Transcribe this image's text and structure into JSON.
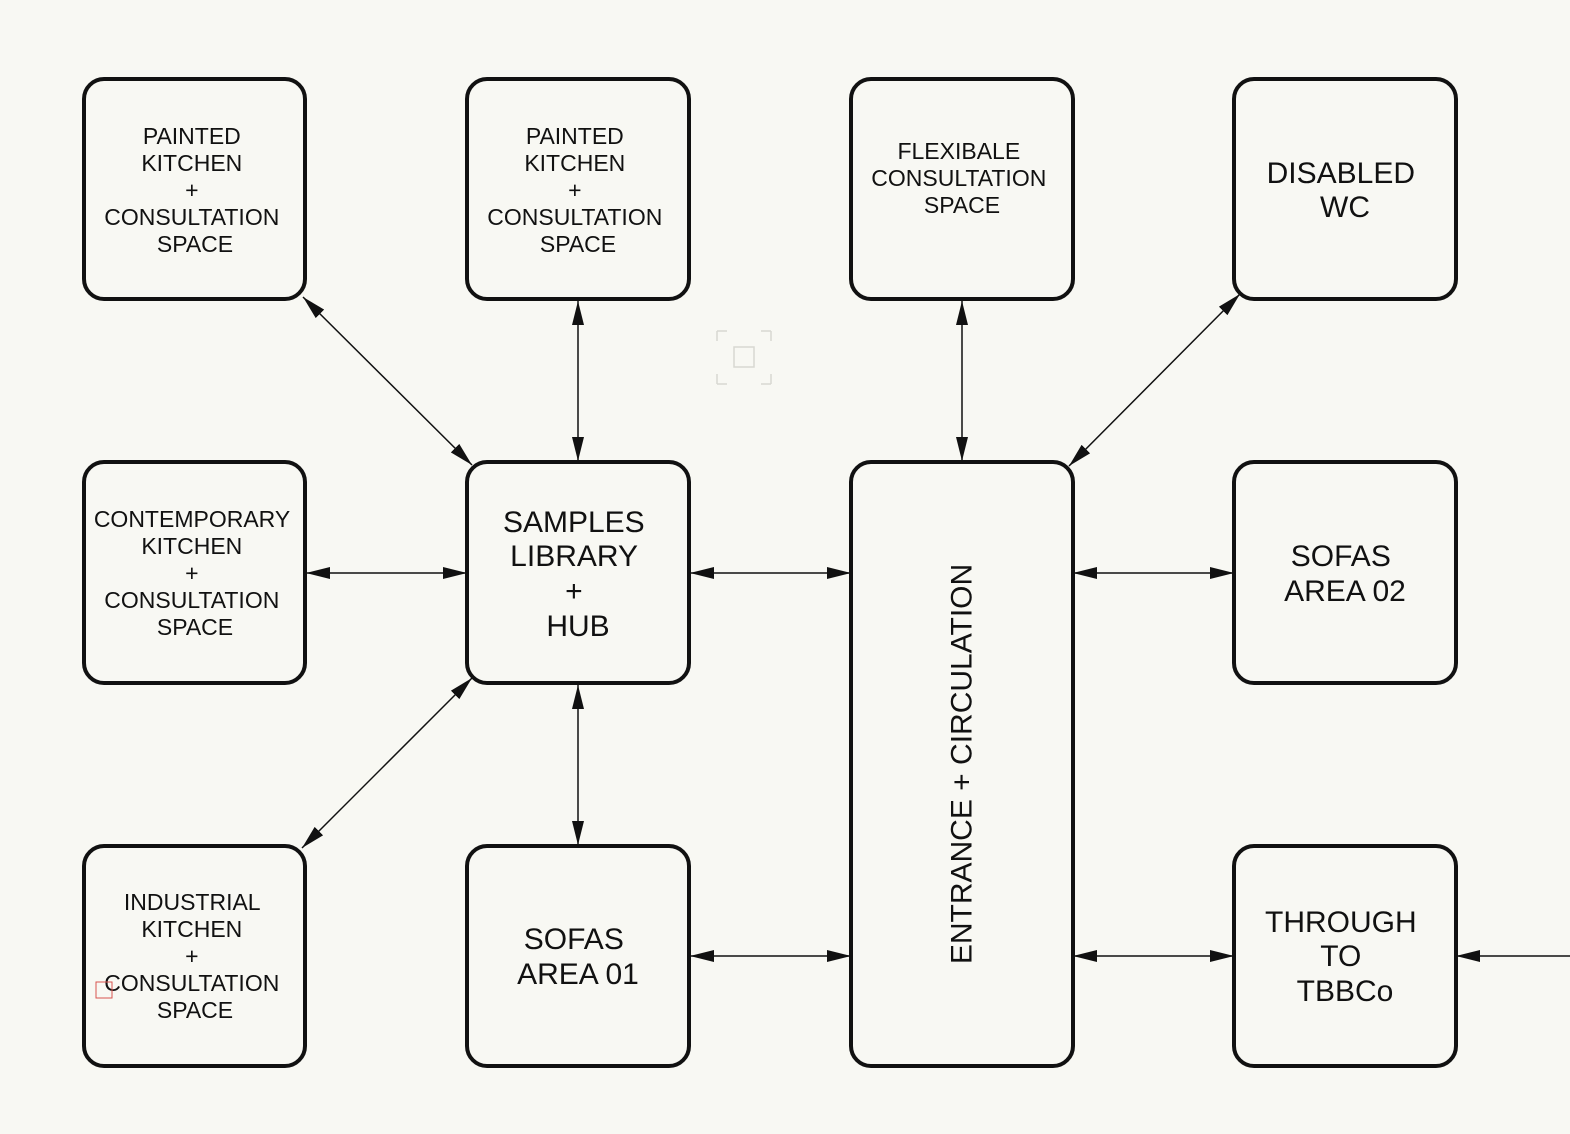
{
  "nodes": [
    {
      "id": "painted-kitchen-1",
      "lines": [
        "PAINTED",
        "KITCHEN",
        "+",
        "CONSULTATION",
        "SPACE"
      ]
    },
    {
      "id": "painted-kitchen-2",
      "lines": [
        "PAINTED",
        "KITCHEN",
        "+",
        "CONSULTATION",
        "SPACE"
      ]
    },
    {
      "id": "flexibale-consultation",
      "lines": [
        "FLEXIBALE",
        "CONSULTATION",
        "SPACE"
      ]
    },
    {
      "id": "disabled-wc",
      "lines": [
        "DISABLED",
        "WC"
      ]
    },
    {
      "id": "contemporary-kitchen",
      "lines": [
        "CONTEMPORARY",
        "KITCHEN",
        "+",
        "CONSULTATION",
        "SPACE"
      ]
    },
    {
      "id": "samples-library-hub",
      "lines": [
        "SAMPLES",
        "LIBRARY",
        "+",
        "HUB"
      ]
    },
    {
      "id": "entrance-circulation",
      "lines": [
        "ENTRANCE + CIRCULATION"
      ]
    },
    {
      "id": "sofas-area-02",
      "lines": [
        "SOFAS",
        "AREA 02"
      ]
    },
    {
      "id": "industrial-kitchen",
      "lines": [
        "INDUSTRIAL",
        "KITCHEN",
        "+",
        "CONSULTATION",
        "SPACE"
      ]
    },
    {
      "id": "sofas-area-01",
      "lines": [
        "SOFAS",
        "AREA 01"
      ]
    },
    {
      "id": "through-to-tbbco",
      "lines": [
        "THROUGH",
        "TO",
        "TBBCo"
      ]
    }
  ],
  "connections": [
    {
      "from": "painted-kitchen-1",
      "to": "samples-library-hub",
      "type": "bidirectional"
    },
    {
      "from": "painted-kitchen-2",
      "to": "samples-library-hub",
      "type": "bidirectional"
    },
    {
      "from": "contemporary-kitchen",
      "to": "samples-library-hub",
      "type": "bidirectional"
    },
    {
      "from": "industrial-kitchen",
      "to": "samples-library-hub",
      "type": "bidirectional"
    },
    {
      "from": "samples-library-hub",
      "to": "sofas-area-01",
      "type": "bidirectional"
    },
    {
      "from": "samples-library-hub",
      "to": "entrance-circulation",
      "type": "bidirectional"
    },
    {
      "from": "sofas-area-01",
      "to": "entrance-circulation",
      "type": "bidirectional"
    },
    {
      "from": "flexibale-consultation",
      "to": "entrance-circulation",
      "type": "bidirectional"
    },
    {
      "from": "disabled-wc",
      "to": "entrance-circulation",
      "type": "bidirectional"
    },
    {
      "from": "entrance-circulation",
      "to": "sofas-area-02",
      "type": "bidirectional"
    },
    {
      "from": "entrance-circulation",
      "to": "through-to-tbbco",
      "type": "bidirectional"
    },
    {
      "from": "external",
      "to": "through-to-tbbco",
      "type": "one-way"
    }
  ]
}
